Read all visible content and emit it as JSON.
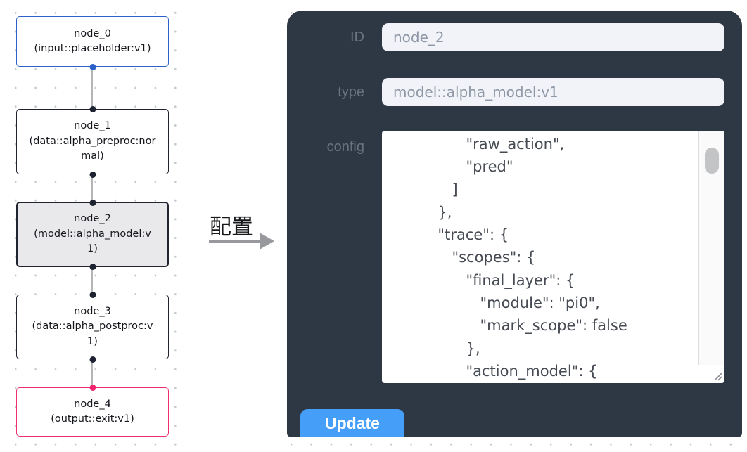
{
  "canvas": {
    "nodes": [
      {
        "name": "node_0",
        "type": "(input::placeholder:v1)",
        "kind": "input",
        "ports": [
          "bottom"
        ]
      },
      {
        "name": "node_1",
        "type": "(data::alpha_preproc:normal)",
        "kind": "default",
        "ports": [
          "top",
          "bottom"
        ]
      },
      {
        "name": "node_2",
        "type": "(model::alpha_model:v1)",
        "kind": "selected",
        "ports": [
          "top",
          "bottom"
        ]
      },
      {
        "name": "node_3",
        "type": "(data::alpha_postproc:v1)",
        "kind": "default",
        "ports": [
          "top",
          "bottom"
        ]
      },
      {
        "name": "node_4",
        "type": "(output::exit:v1)",
        "kind": "output",
        "ports": [
          "top"
        ]
      }
    ]
  },
  "transition": {
    "label": "配置"
  },
  "panel": {
    "fields": [
      {
        "label": "ID",
        "value": "node_2"
      },
      {
        "label": "type",
        "value": "model::alpha_model:v1"
      }
    ],
    "config_label": "config",
    "config_text": "                 \"raw_action\",\n                 \"pred\"\n              ]\n           },\n           \"trace\": {\n              \"scopes\": {\n                 \"final_layer\": {\n                    \"module\": \"pi0\",\n                    \"mark_scope\": false\n                 },\n                 \"action_model\": {",
    "update_label": "Update"
  },
  "colors": {
    "panel_bg": "#2e3744",
    "button_blue": "#459ef7",
    "input_node_accent": "#2b61c9",
    "output_node_accent": "#ee2e72",
    "selected_node_fill": "#e9e9eb",
    "edge_gray": "#b5b5b7"
  }
}
